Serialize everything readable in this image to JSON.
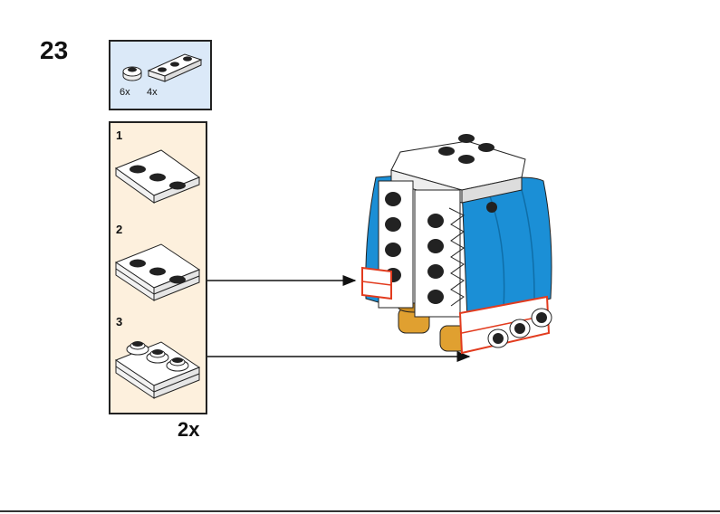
{
  "step": {
    "number": "23"
  },
  "parts": [
    {
      "icon": "round-plate-1x1-icon",
      "count": "6x"
    },
    {
      "icon": "plate-1x3-icon",
      "count": "4x"
    }
  ],
  "substeps": [
    {
      "label": "1"
    },
    {
      "label": "2"
    },
    {
      "label": "3"
    }
  ],
  "multiplier": "2x",
  "colors": {
    "parts_bg": "#dbe9f8",
    "substep_bg": "#fdf0dd",
    "brick_blue": "#1b8fd6",
    "brick_white": "#ffffff",
    "brick_tan": "#e0a030",
    "highlight": "#e23b1e"
  }
}
